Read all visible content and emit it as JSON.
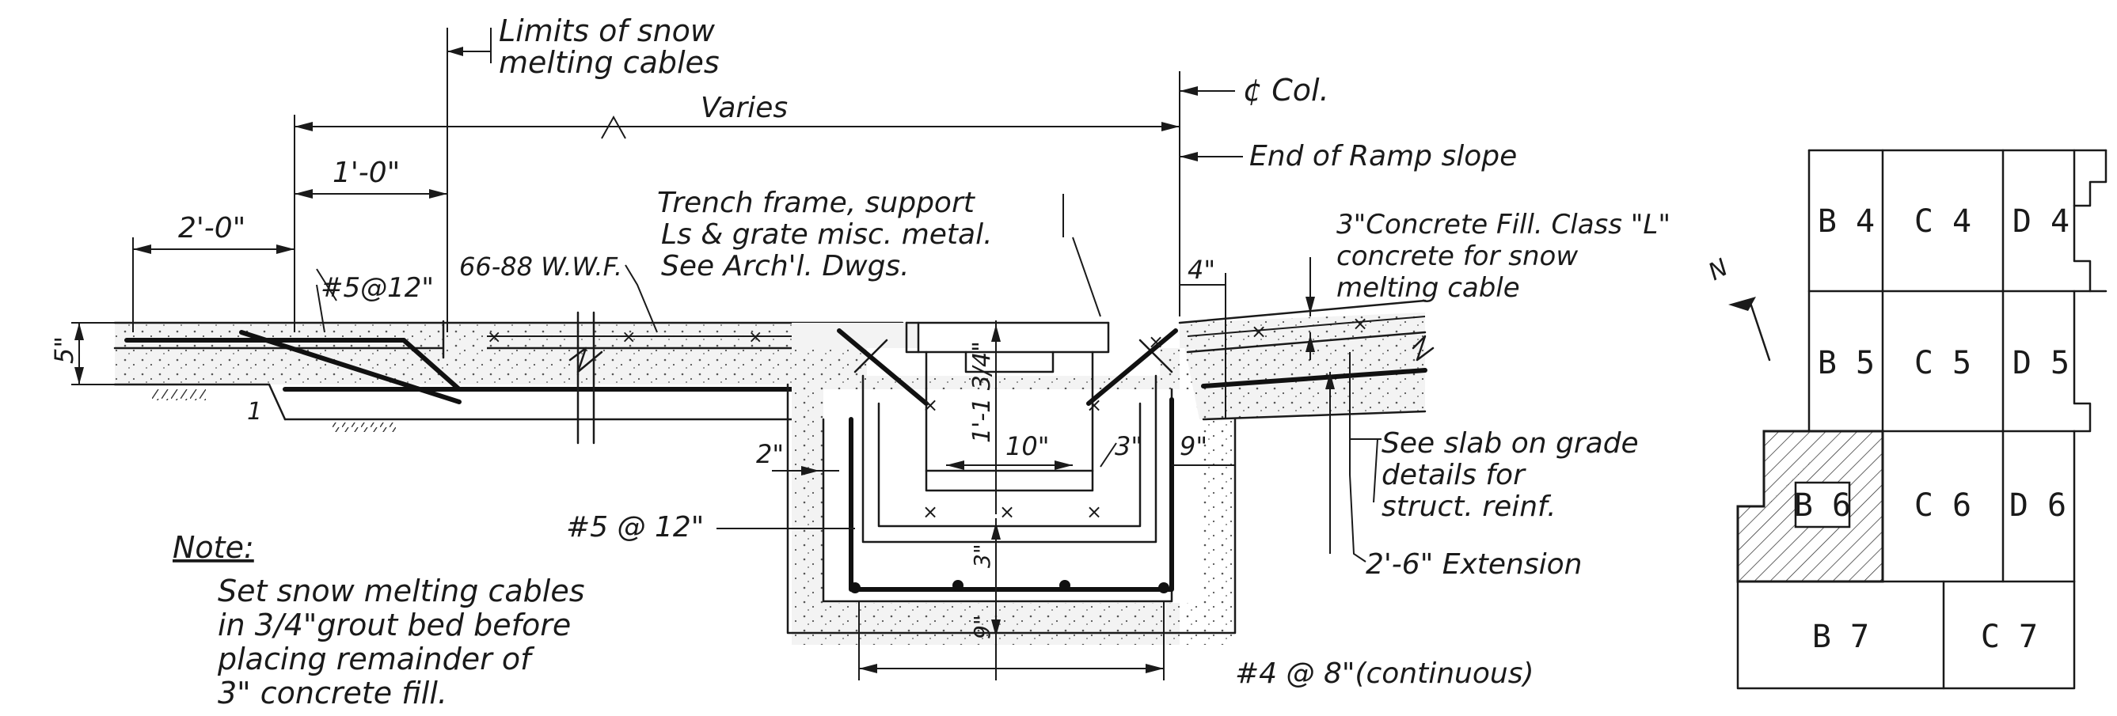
{
  "section_labels": {
    "limits": [
      "Limits of snow",
      "melting cables"
    ],
    "col": "¢ Col.",
    "end_ramp": "End of Ramp slope",
    "varies": "Varies",
    "one_ft": "1'-0\"",
    "two_ft": "2'-0\"",
    "trench": [
      "Trench frame, support",
      "Ls & grate misc. metal.",
      "See Arch'l. Dwgs."
    ],
    "wwf": "66-88 W.W.F.",
    "bar12_top": "#5@12\"",
    "four_in": "4\"",
    "fill": [
      "3\"Concrete Fill. Class \"L\"",
      "concrete for snow",
      "melting cable"
    ],
    "five_in": "5\"",
    "slope_mark": "1",
    "depth": "1'-1 3/4\"",
    "ten_in": "10\"",
    "three_in": "3\"",
    "nine_in": "9\"",
    "two_in": "2\"",
    "three_in_v": "3\"",
    "nine_in_v": "9\"",
    "bar12_side": "#5 @ 12\"",
    "bar8": "#4 @ 8\"(continuous)",
    "slab_note": [
      "See slab on grade",
      "details for",
      "struct. reinf."
    ],
    "extension": "2'-6\" Extension"
  },
  "note": {
    "heading": "Note:",
    "lines": [
      "Set snow melting cables",
      "in 3/4\"grout bed before",
      "placing remainder of",
      "3\" concrete fill."
    ]
  },
  "key_plan": {
    "north": "N",
    "cells": {
      "b4": "B 4",
      "c4": "C 4",
      "d4": "D 4",
      "b5": "B 5",
      "c5": "C 5",
      "d5": "D 5",
      "b6": "B 6",
      "c6": "C 6",
      "d6": "D 6",
      "b7": "B 7",
      "c7": "C 7"
    }
  }
}
